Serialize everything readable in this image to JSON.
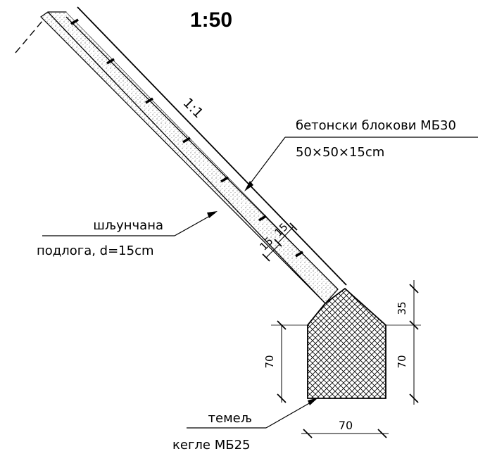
{
  "drawing": {
    "scale": "1:50",
    "slope_ratio": "1:1",
    "blocks_label_1": "бетонски блокови МБ30",
    "blocks_label_2": "50×50×15cm",
    "gravel_label_1": "шљунчана",
    "gravel_label_2": "подлога, d=15cm",
    "dim_block_thickness": "15",
    "dim_gravel_thickness": "15",
    "dim_footing_height_left": "70",
    "dim_footing_top_right": "35",
    "dim_footing_height_right": "70",
    "dim_footing_width": "70",
    "footing_label_1": "темељ",
    "footing_label_2": "кегле МБ25"
  },
  "colors": {
    "line": "#000000",
    "background": "#ffffff"
  }
}
